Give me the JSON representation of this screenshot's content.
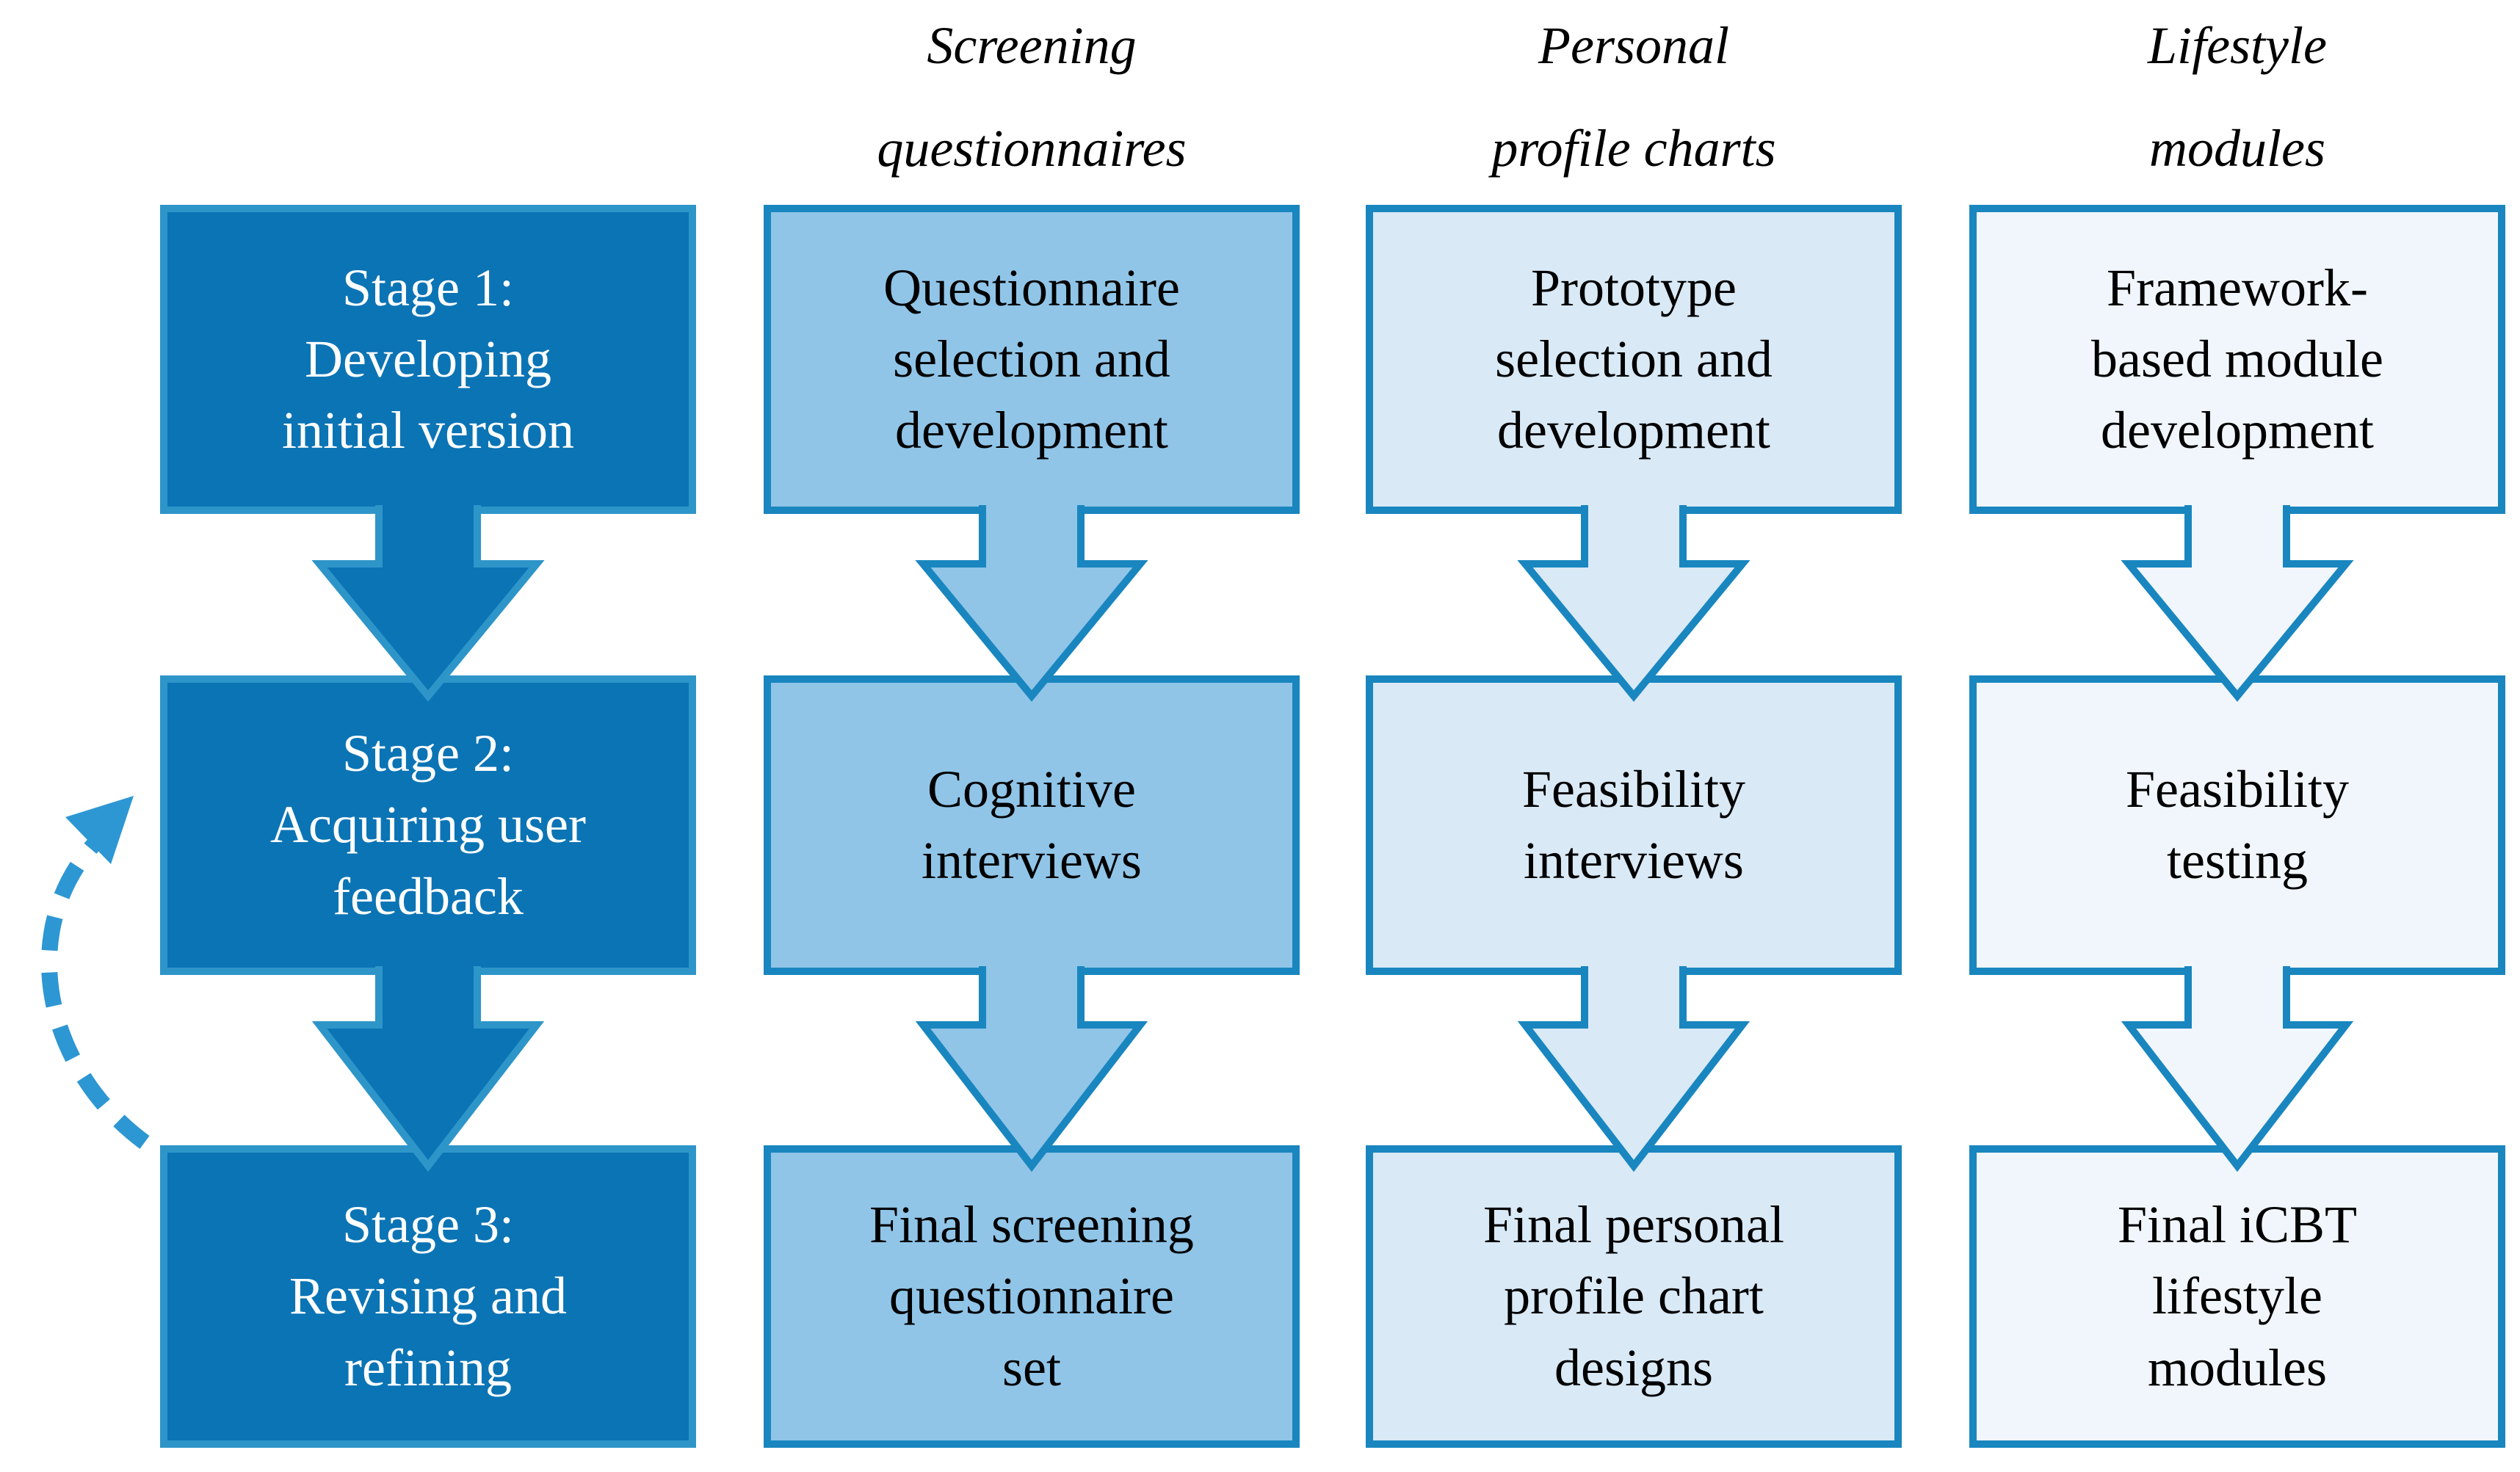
{
  "diagram": {
    "title_hint": "Three-stage development flow diagram",
    "column_headers": [
      {
        "line1": "Screening",
        "line2": "questionnaires"
      },
      {
        "line1": "Personal",
        "line2": "profile charts"
      },
      {
        "line1": "Lifestyle",
        "line2": "modules"
      }
    ],
    "columns": [
      {
        "name": "stages",
        "fill": "#0B74B5",
        "border": "#2E95C9",
        "text_color": "#FFFFFF",
        "boxes": [
          "Stage 1:\nDeveloping\ninitial version",
          "Stage 2:\nAcquiring user\nfeedback",
          "Stage 3:\nRevising and\nrefining"
        ]
      },
      {
        "name": "screening-questionnaires",
        "fill": "#90C5E8",
        "border": "#1986BF",
        "text_color": "#000000",
        "boxes": [
          "Questionnaire\nselection and\ndevelopment",
          "Cognitive\ninterviews",
          "Final screening\nquestionnaire\nset"
        ]
      },
      {
        "name": "personal-profile-charts",
        "fill": "#D9E9F6",
        "border": "#1986BF",
        "text_color": "#000000",
        "boxes": [
          "Prototype\nselection and\ndevelopment",
          "Feasibility\ninterviews",
          "Final personal\nprofile chart\ndesigns"
        ]
      },
      {
        "name": "lifestyle-modules",
        "fill": "#F0F6FB",
        "border": "#1986BF",
        "text_color": "#000000",
        "boxes": [
          "Framework-\nbased module\ndevelopment",
          "Feasibility\ntesting",
          "Final iCBT\nlifestyle\nmodules"
        ]
      }
    ],
    "feedback_loop": {
      "color": "#2D97D3",
      "meaning": "loop from Stage 3 back to Stage 2"
    }
  }
}
